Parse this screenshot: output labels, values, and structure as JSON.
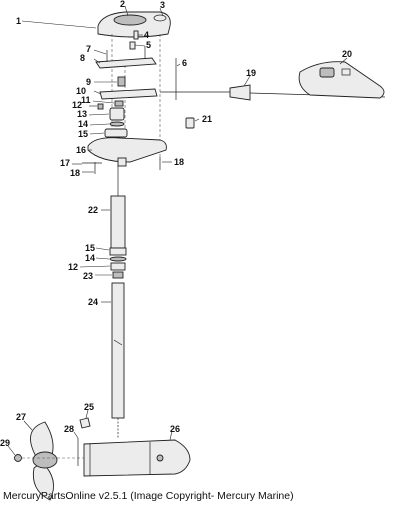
{
  "diagram": {
    "copyright": "MercuryPartsOnline v2.5.1 (Image Copyright- Mercury Marine)",
    "callouts": [
      {
        "id": "c1",
        "label": "1"
      },
      {
        "id": "c2",
        "label": "2"
      },
      {
        "id": "c3",
        "label": "3"
      },
      {
        "id": "c4",
        "label": "4"
      },
      {
        "id": "c5",
        "label": "5"
      },
      {
        "id": "c6",
        "label": "6"
      },
      {
        "id": "c7",
        "label": "7"
      },
      {
        "id": "c8",
        "label": "8"
      },
      {
        "id": "c9",
        "label": "9"
      },
      {
        "id": "c10",
        "label": "10"
      },
      {
        "id": "c11",
        "label": "11"
      },
      {
        "id": "c12a",
        "label": "12"
      },
      {
        "id": "c13",
        "label": "13"
      },
      {
        "id": "c14a",
        "label": "14"
      },
      {
        "id": "c15a",
        "label": "15"
      },
      {
        "id": "c16",
        "label": "16"
      },
      {
        "id": "c17",
        "label": "17"
      },
      {
        "id": "c18a",
        "label": "18"
      },
      {
        "id": "c18b",
        "label": "18"
      },
      {
        "id": "c19",
        "label": "19"
      },
      {
        "id": "c20",
        "label": "20"
      },
      {
        "id": "c21",
        "label": "21"
      },
      {
        "id": "c22",
        "label": "22"
      },
      {
        "id": "c15b",
        "label": "15"
      },
      {
        "id": "c14b",
        "label": "14"
      },
      {
        "id": "c12b",
        "label": "12"
      },
      {
        "id": "c23",
        "label": "23"
      },
      {
        "id": "c24",
        "label": "24"
      },
      {
        "id": "c25",
        "label": "25"
      },
      {
        "id": "c26",
        "label": "26"
      },
      {
        "id": "c27",
        "label": "27"
      },
      {
        "id": "c28",
        "label": "28"
      },
      {
        "id": "c29",
        "label": "29"
      }
    ]
  }
}
